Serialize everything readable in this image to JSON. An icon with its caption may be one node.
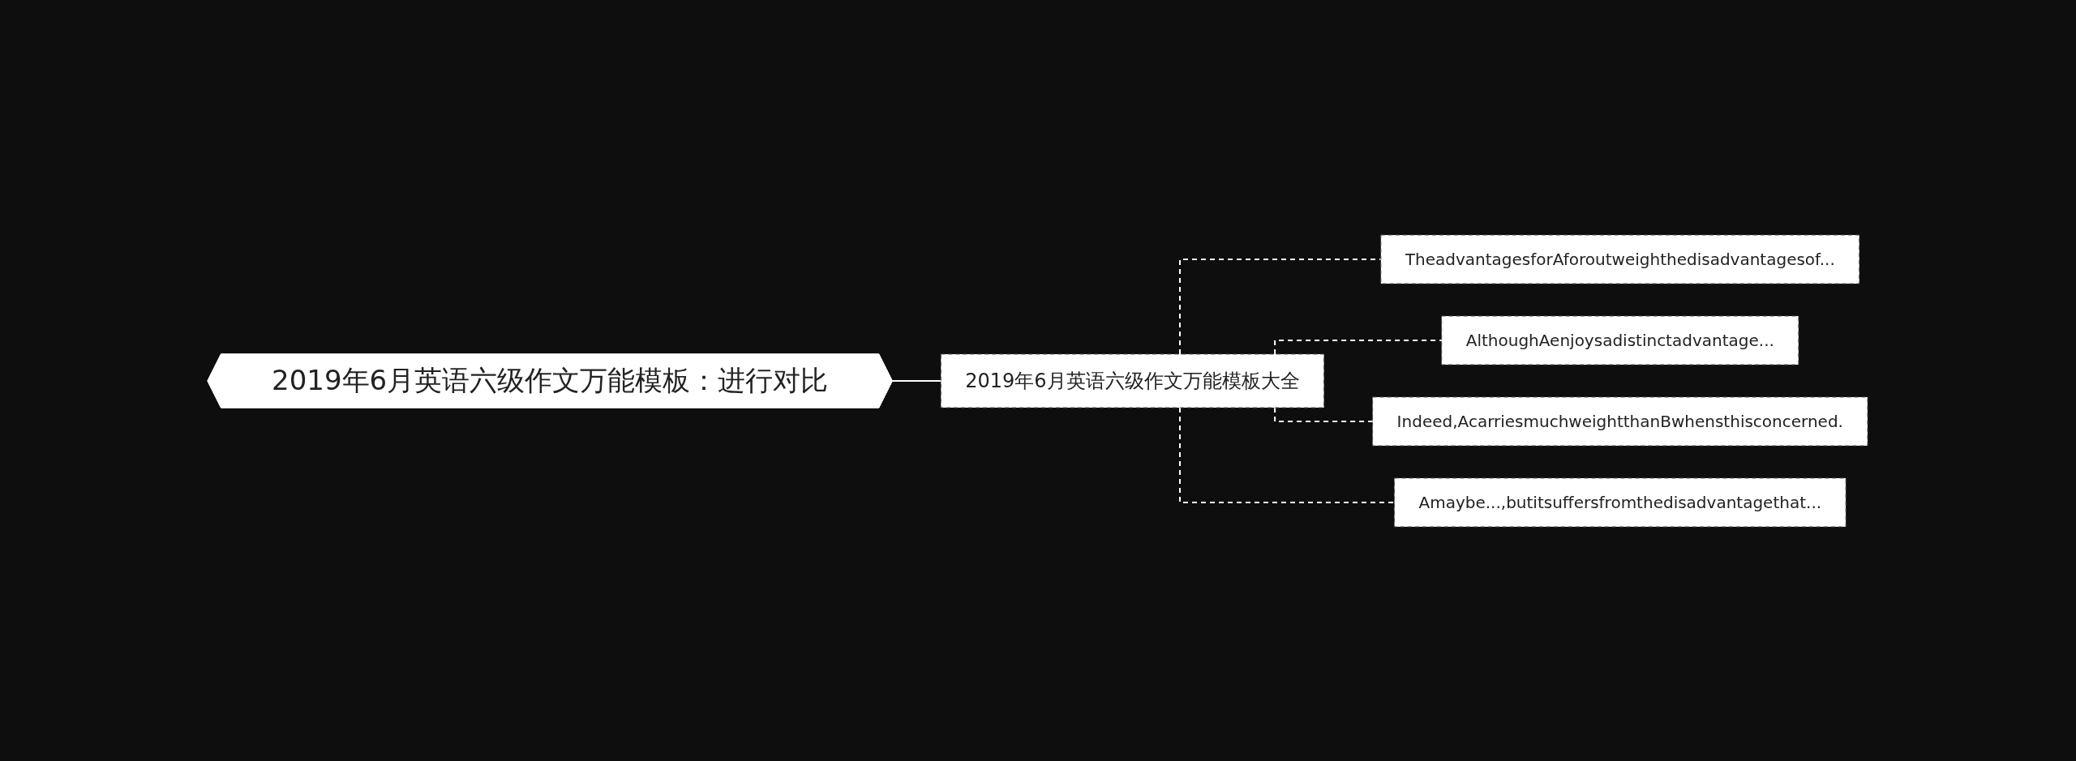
{
  "diagram": {
    "nodes": [
      {
        "text": [
          "2019年6月英语六级作文万能模板：进行对比"
        ]
      },
      {
        "text": [
          "2019年6月英语六级作文万能模板大全"
        ]
      },
      {
        "text": [
          "TheadvantagesforAforoutweighthedisadvantagesof..."
        ]
      },
      {
        "text": [
          "AlthoughAenjoysadistinctadvantage..."
        ]
      },
      {
        "text": [
          "Indeed,AcarriesmuchweightthanBwhensthisconcerned."
        ]
      },
      {
        "text": [
          "Amaybe...,butitsuffersfromthedisadvantagethat..."
        ]
      }
    ],
    "edges": [
      {
        "from": 0,
        "to": 1,
        "arrow": "none"
      },
      {
        "from": 1,
        "to": 2,
        "arrow": "none",
        "style": "dashed"
      },
      {
        "from": 1,
        "to": 3,
        "arrow": "none",
        "style": "dashed"
      },
      {
        "from": 1,
        "to": 4,
        "arrow": "none",
        "style": "dashed"
      },
      {
        "from": 1,
        "to": 5,
        "arrow": "none",
        "style": "dashed"
      }
    ]
  }
}
